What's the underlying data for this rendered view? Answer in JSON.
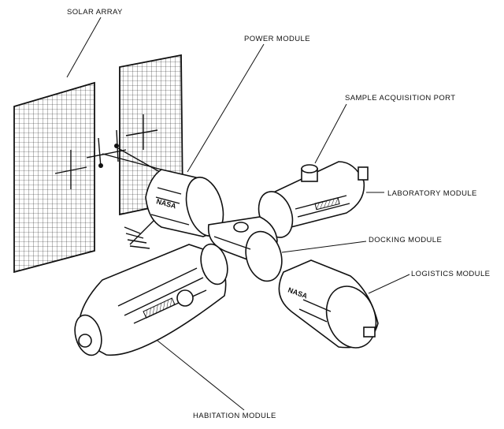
{
  "labels": {
    "solar_array": "SOLAR ARRAY",
    "power_module": "POWER MODULE",
    "sample_acquisition_port": "SAMPLE ACQUISITION PORT",
    "laboratory_module": "LABORATORY MODULE",
    "docking_module": "DOCKING MODULE",
    "logistics_module": "LOGISTICS MODULE",
    "habitation_module": "HABITATION MODULE"
  }
}
